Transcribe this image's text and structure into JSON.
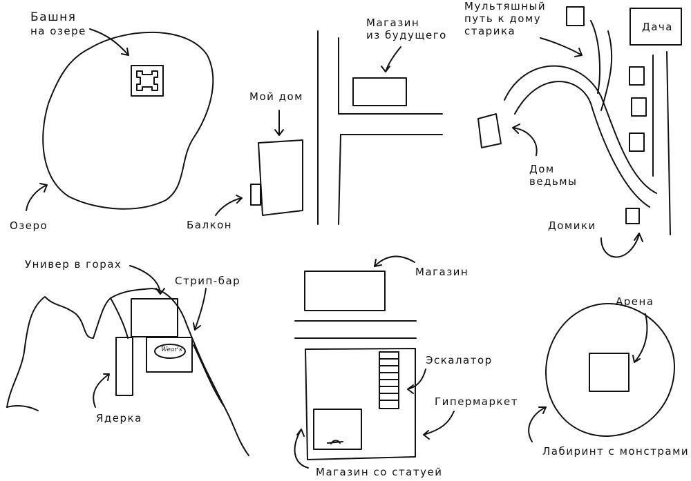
{
  "labels": {
    "tower": [
      "Башня",
      "на озере"
    ],
    "lake": "Озеро",
    "my_house": "Мой дом",
    "balcony": "Балкон",
    "future_shop": [
      "Магазин",
      "из будущего"
    ],
    "cartoon_path": [
      "Мультяшный",
      "путь к дому",
      "старика"
    ],
    "dacha": "Дача",
    "witch_house": [
      "Дом",
      "ведьмы"
    ],
    "houses": "Домики",
    "mountain_uni": "Универ в горах",
    "strip_bar": "Стрип-бар",
    "nuclear": "Ядерка",
    "shop": "Магазин",
    "escalator": "Эскалатор",
    "hypermarket": "Гипермаркет",
    "statue_shop": "Магазин со статуей",
    "arena": "Арена",
    "labyrinth": "Лабиринт с монстрами"
  },
  "logo": "Wear's"
}
